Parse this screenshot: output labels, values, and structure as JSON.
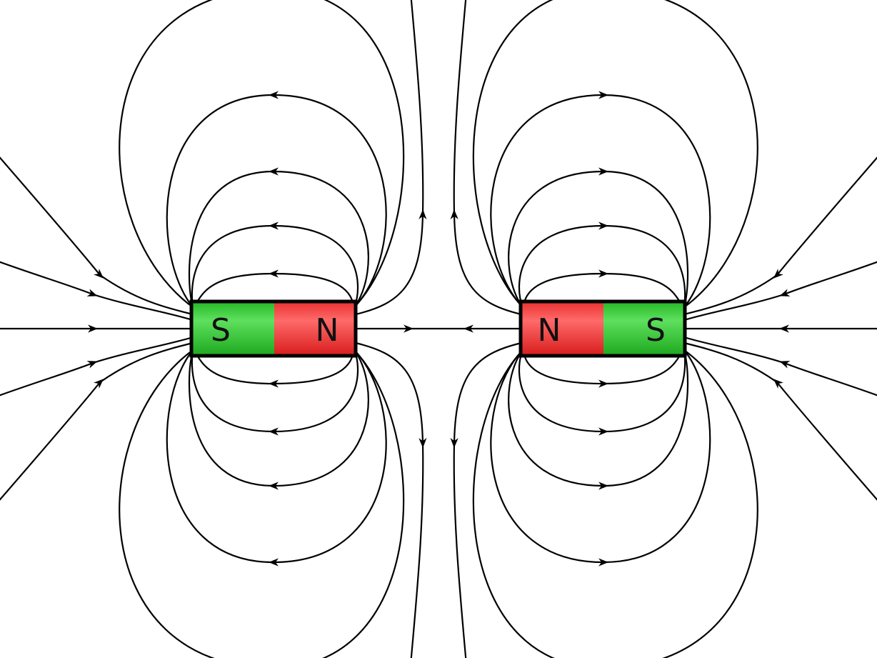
{
  "magnets": [
    {
      "left_pole": "S",
      "right_pole": "N"
    },
    {
      "left_pole": "N",
      "right_pole": "S"
    }
  ],
  "colors": {
    "north": "#f03a3a",
    "south": "#2fc22f",
    "line": "#000000",
    "background": "#ffffff"
  }
}
